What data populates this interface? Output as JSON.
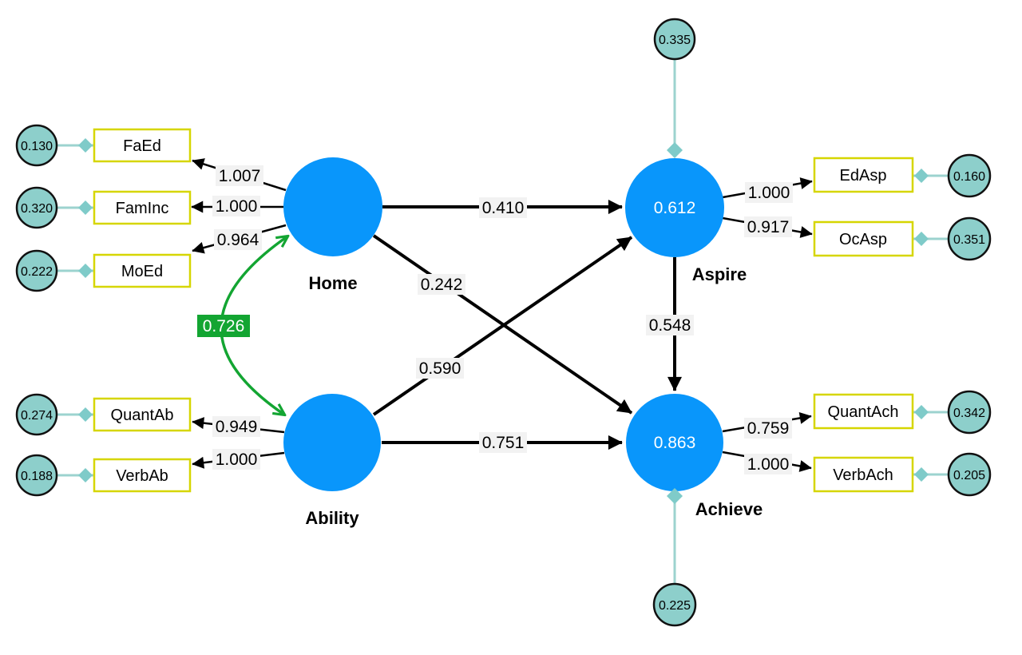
{
  "diagram_type": "structural-equation-model-path-diagram",
  "latent_nodes": [
    {
      "name": "Home",
      "r_squared": ""
    },
    {
      "name": "Ability",
      "r_squared": ""
    },
    {
      "name": "Aspire",
      "r_squared": "0.612"
    },
    {
      "name": "Achieve",
      "r_squared": "0.863"
    }
  ],
  "indicators": [
    {
      "name": "FaEd",
      "latent": "Home",
      "loading": "1.007",
      "error": "0.130"
    },
    {
      "name": "FamInc",
      "latent": "Home",
      "loading": "1.000",
      "error": "0.320"
    },
    {
      "name": "MoEd",
      "latent": "Home",
      "loading": "0.964",
      "error": "0.222"
    },
    {
      "name": "QuantAb",
      "latent": "Ability",
      "loading": "0.949",
      "error": "0.274"
    },
    {
      "name": "VerbAb",
      "latent": "Ability",
      "loading": "1.000",
      "error": "0.188"
    },
    {
      "name": "EdAsp",
      "latent": "Aspire",
      "loading": "1.000",
      "error": "0.160"
    },
    {
      "name": "OcAsp",
      "latent": "Aspire",
      "loading": "0.917",
      "error": "0.351"
    },
    {
      "name": "QuantAch",
      "latent": "Achieve",
      "loading": "0.759",
      "error": "0.342"
    },
    {
      "name": "VerbAch",
      "latent": "Achieve",
      "loading": "1.000",
      "error": "0.205"
    }
  ],
  "latent_errors": [
    {
      "latent": "Aspire",
      "value": "0.335"
    },
    {
      "latent": "Achieve",
      "value": "0.225"
    }
  ],
  "structural_paths": [
    {
      "from": "Home",
      "to": "Aspire",
      "coefficient": "0.410"
    },
    {
      "from": "Home",
      "to": "Achieve",
      "coefficient": "0.242"
    },
    {
      "from": "Ability",
      "to": "Aspire",
      "coefficient": "0.590"
    },
    {
      "from": "Ability",
      "to": "Achieve",
      "coefficient": "0.751"
    },
    {
      "from": "Aspire",
      "to": "Achieve",
      "coefficient": "0.548"
    }
  ],
  "correlations": [
    {
      "between": "Home ↔ Ability",
      "value": "0.726"
    }
  ],
  "colors": {
    "latent_fill": "#0996FB",
    "latent_r2_text": "#FFFFFF",
    "error_fill": "#8DCFCB",
    "indicator_border": "#D6D600",
    "connector_teal": "#9CD3CF",
    "correlation_green": "#13A532",
    "path_black": "#000000",
    "label_background": "#F2F2F2",
    "page_background": "#FFFFFF"
  }
}
